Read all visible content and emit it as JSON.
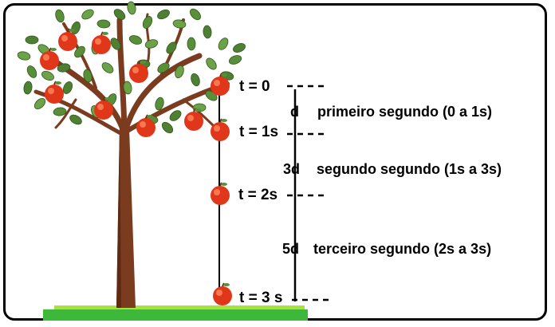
{
  "diagram": {
    "time_marks": [
      {
        "label": "t = 0"
      },
      {
        "label": "t = 1s"
      },
      {
        "label": "t = 2s"
      },
      {
        "label": "t = 3 s"
      }
    ],
    "distances": [
      {
        "amount": "d",
        "description": "primeiro segundo (0 a 1s)"
      },
      {
        "amount": "3d",
        "description": "segundo segundo (1s a 3s)"
      },
      {
        "amount": "5d",
        "description": "terceiro segundo (2s a 3s)"
      }
    ]
  },
  "colors": {
    "apple": "#e0361a",
    "leaf": "#5a8f3a",
    "trunk": "#7a3b1f",
    "grass": "#3db83a",
    "grass_light": "#a6e23a"
  }
}
